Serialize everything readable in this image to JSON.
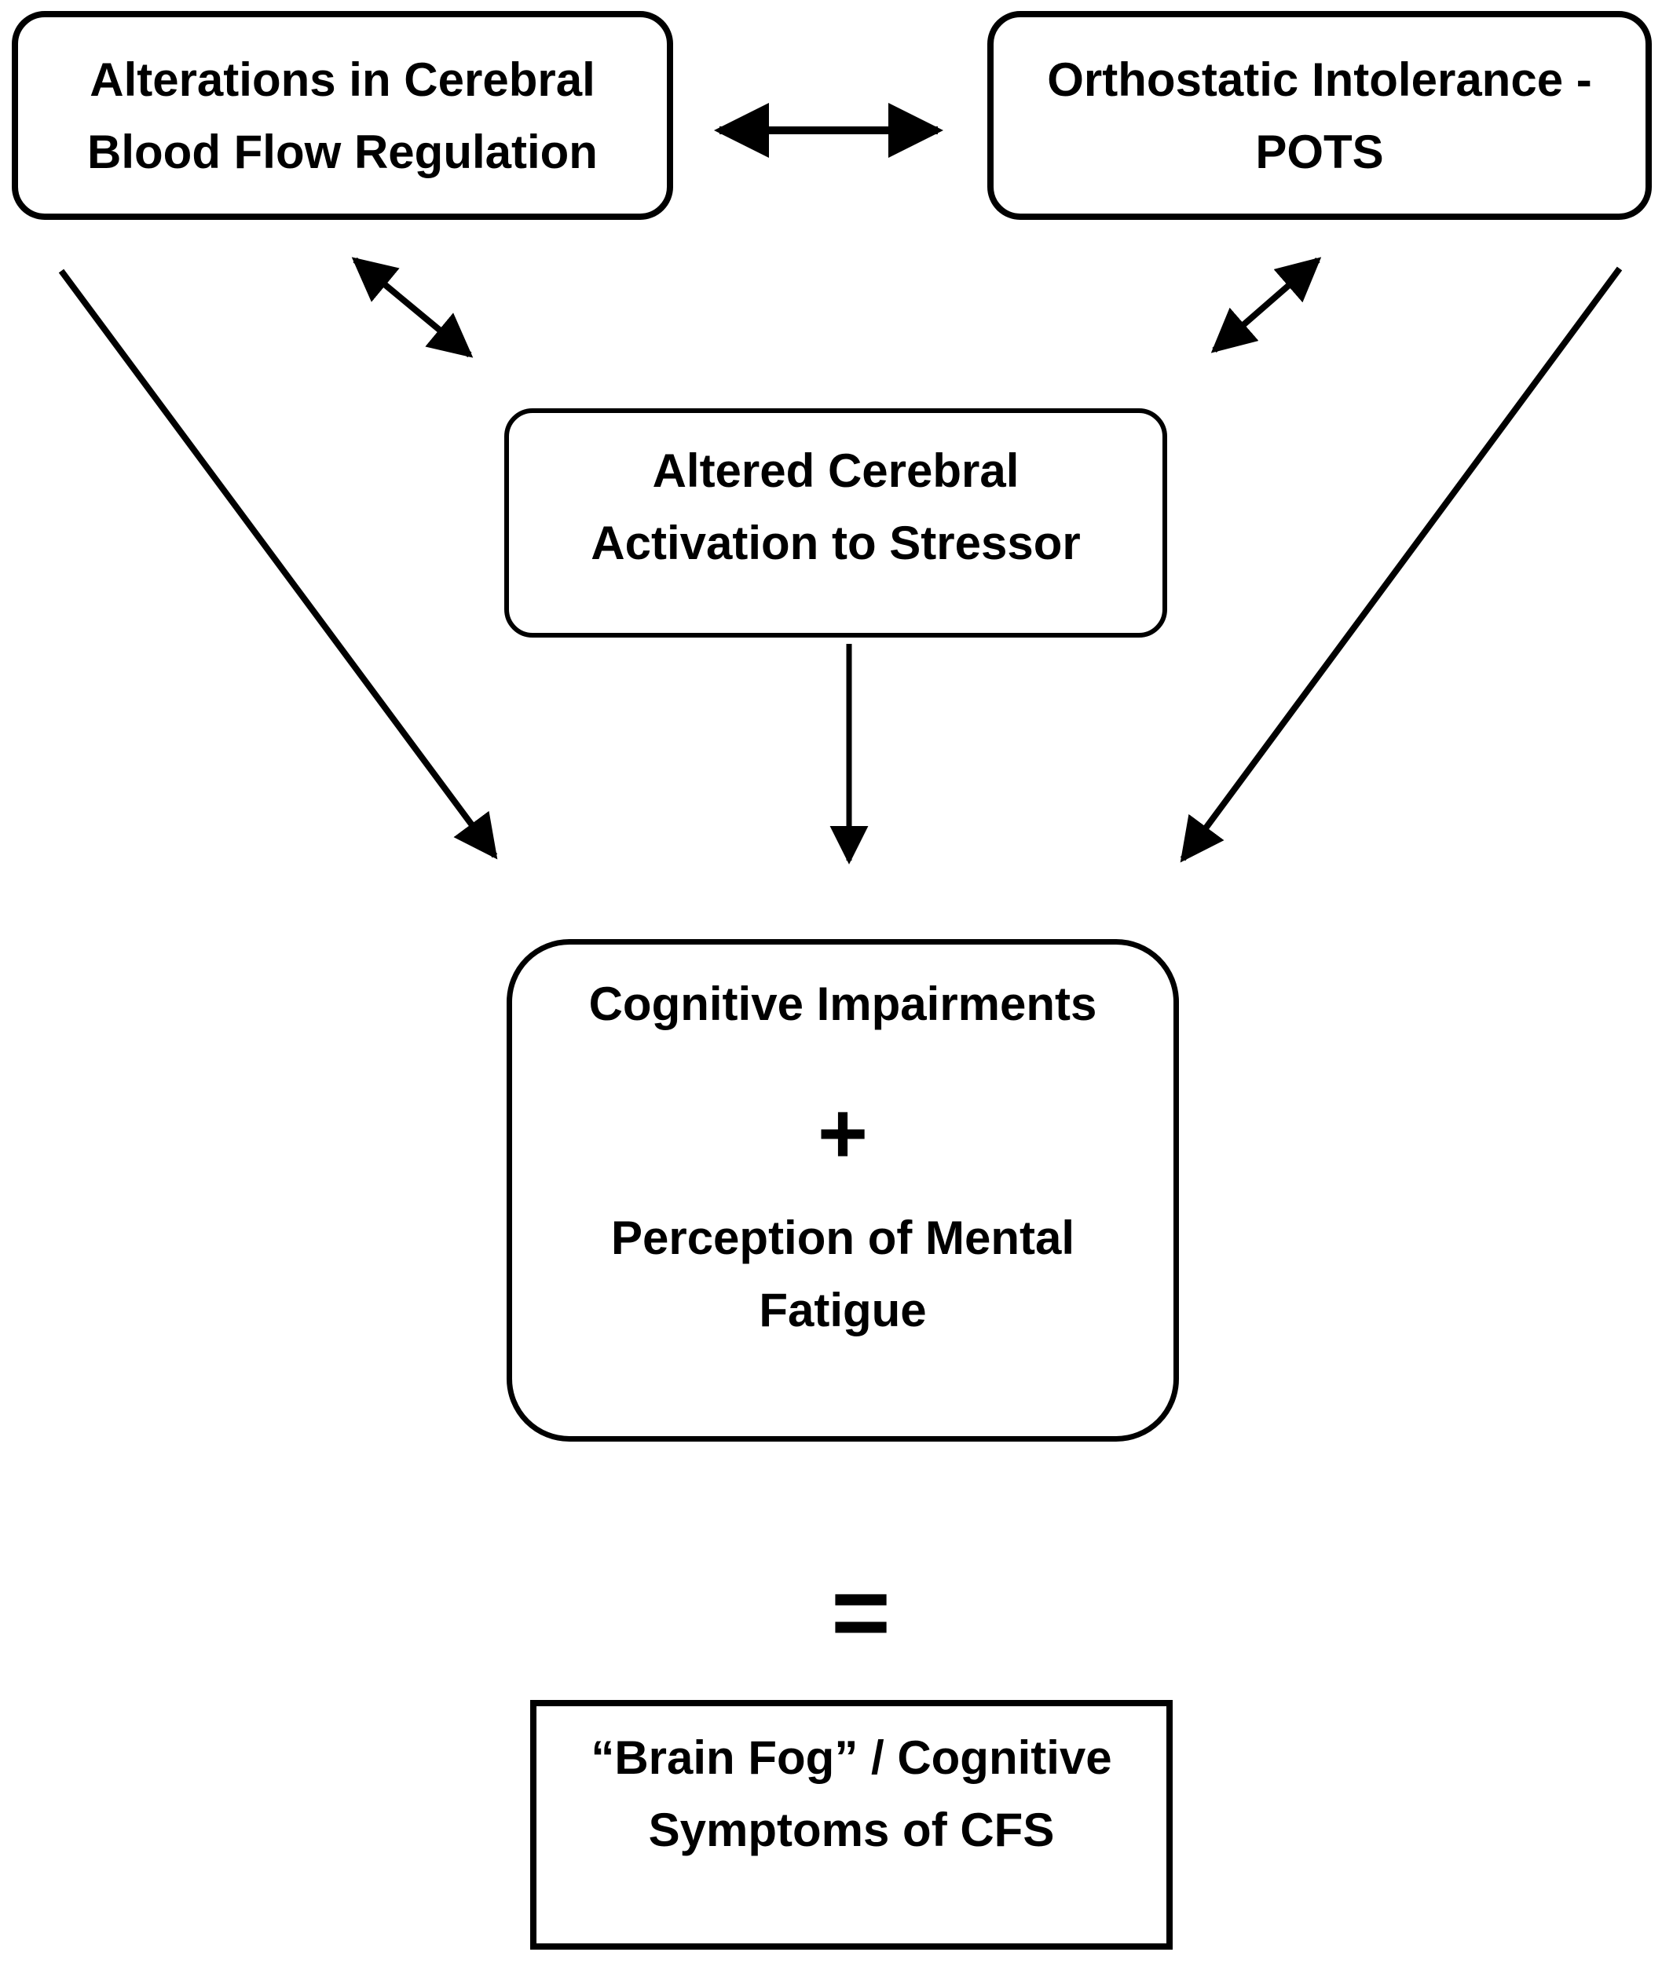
{
  "figure": {
    "background_color": "#ffffff",
    "ink_color": "#000000"
  },
  "nodes": {
    "cbf": {
      "line1": "Alterations in Cerebral",
      "line2": "Blood Flow Regulation"
    },
    "oi": {
      "line1": "Orthostatic Intolerance -",
      "line2": "POTS"
    },
    "acas": {
      "line1": "Altered Cerebral",
      "line2": "Activation to Stressor"
    },
    "ci": {
      "title": "Cognitive Impairments",
      "plus": "+",
      "line1": "Perception of Mental",
      "line2": "Fatigue"
    },
    "bf": {
      "line1": "“Brain Fog” / Cognitive",
      "line2": "Symptoms of CFS"
    }
  },
  "operators": {
    "equals": "="
  }
}
